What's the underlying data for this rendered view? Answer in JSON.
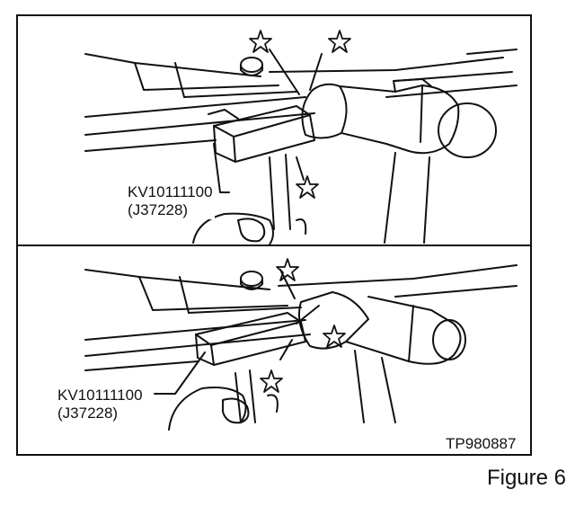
{
  "panels": [
    {
      "tool_part_number": "KV10111100",
      "tool_alt_number": "(J37228)"
    },
    {
      "tool_part_number": "KV10111100",
      "tool_alt_number": "(J37228)"
    }
  ],
  "figure_code": "TP980887",
  "caption": "Figure 6",
  "colors": {
    "line": "#111111",
    "background": "#ffffff"
  }
}
